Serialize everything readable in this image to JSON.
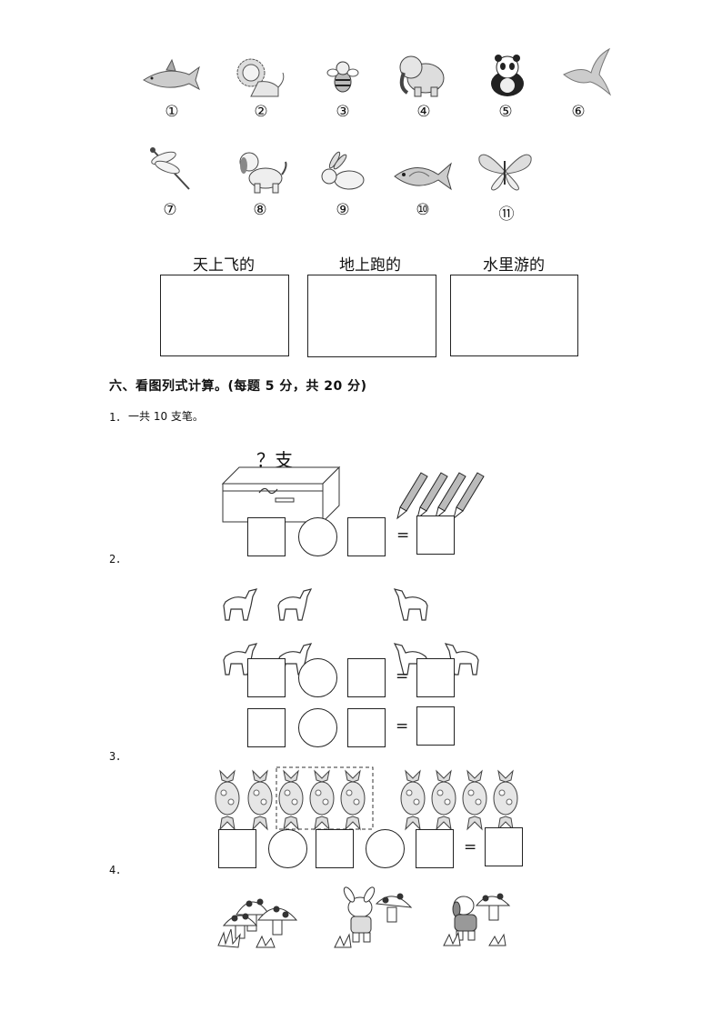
{
  "animals": {
    "row1": [
      {
        "icon": "shark-icon",
        "num": "①"
      },
      {
        "icon": "lion-icon",
        "num": "②"
      },
      {
        "icon": "bee-icon",
        "num": "③"
      },
      {
        "icon": "elephant-icon",
        "num": "④"
      },
      {
        "icon": "panda-icon",
        "num": "⑤"
      },
      {
        "icon": "swallow-icon",
        "num": "⑥"
      }
    ],
    "row2": [
      {
        "icon": "dragonfly-icon",
        "num": "⑦"
      },
      {
        "icon": "dog-icon",
        "num": "⑧"
      },
      {
        "icon": "rabbit-icon",
        "num": "⑨"
      },
      {
        "icon": "fish-icon",
        "num": "⑩"
      },
      {
        "icon": "butterfly-icon",
        "num": "⑪"
      }
    ]
  },
  "categories": [
    "天上飞的",
    "地上跑的",
    "水里游的"
  ],
  "section": {
    "title": "六、看图列式计算。(每题 5 分，共 20 分)"
  },
  "q1": {
    "num": "1．",
    "text": "一共 10 支笔。",
    "question_label": "？支",
    "equals": "="
  },
  "q2": {
    "num": "2．",
    "equals": "="
  },
  "q3": {
    "num": "3．",
    "equals": "="
  },
  "q4": {
    "num": "4．"
  }
}
